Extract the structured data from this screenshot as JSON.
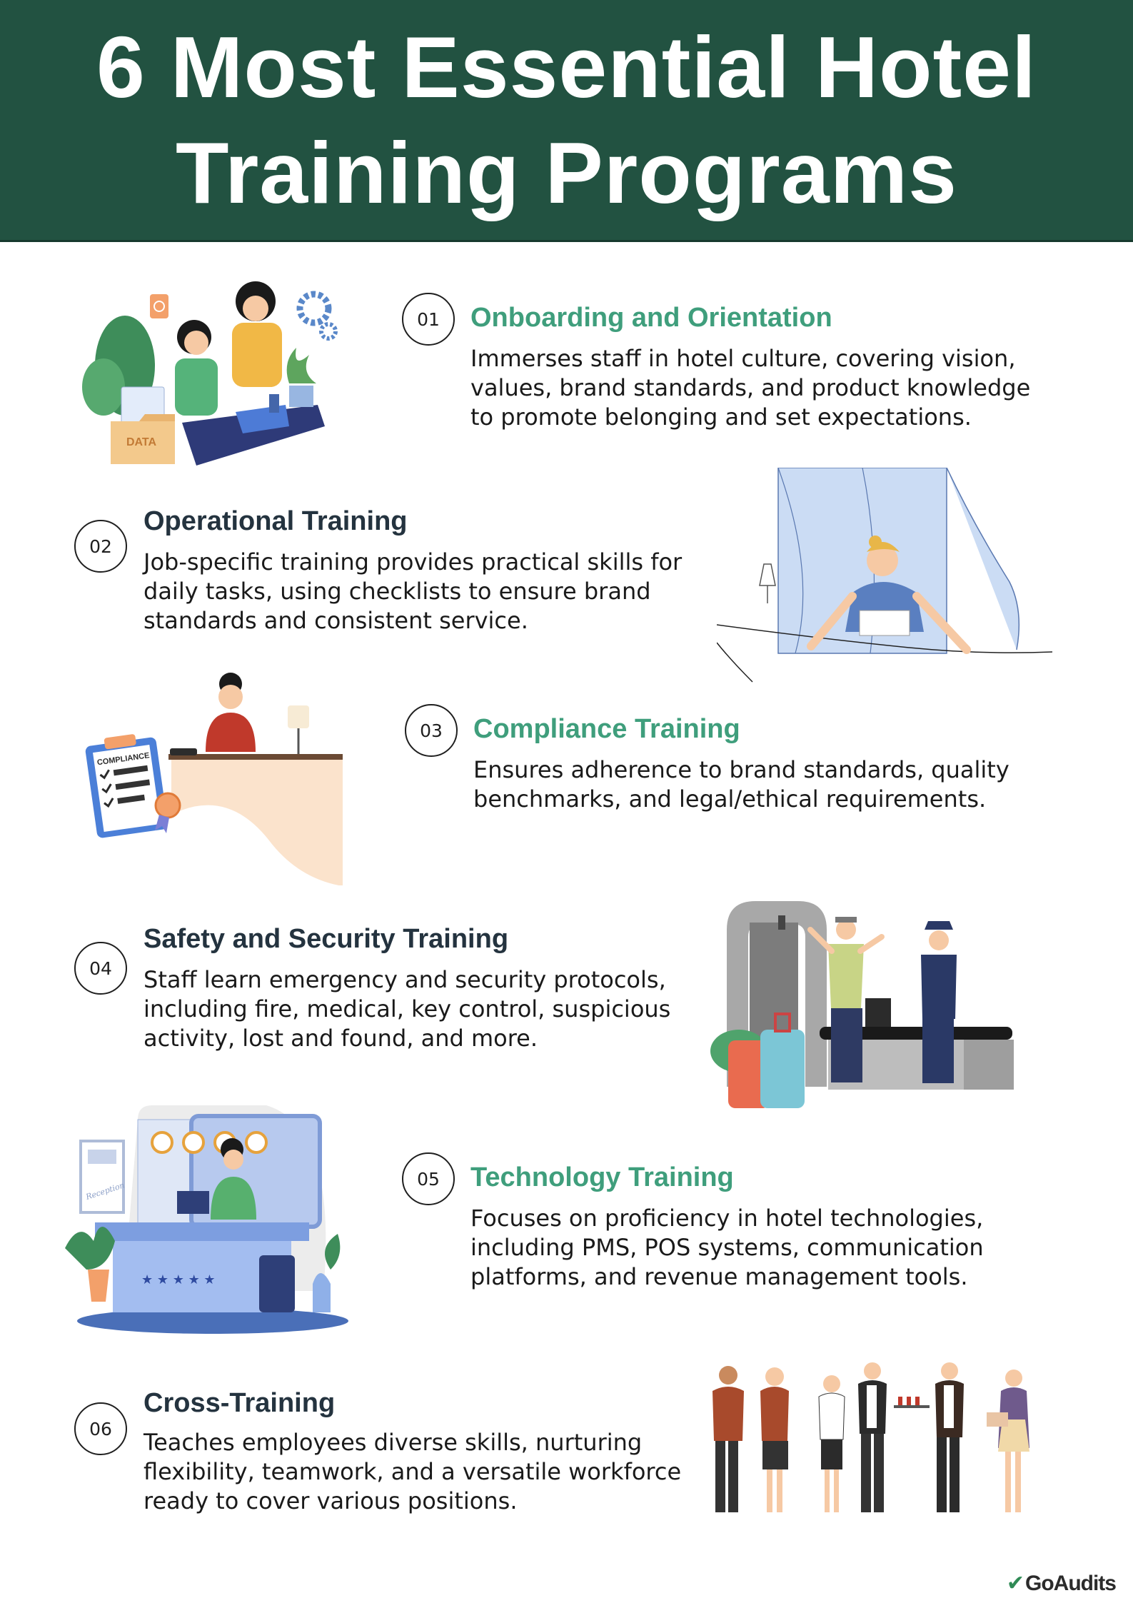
{
  "header": {
    "title_line1": "6 Most Essential Hotel",
    "title_line2": "Training Programs"
  },
  "programs": [
    {
      "number": "01",
      "title": "Onboarding and Orientation",
      "description": "Immerses staff in hotel culture, covering vision, values, brand standards, and product knowledge to promote belonging and set expectations."
    },
    {
      "number": "02",
      "title": "Operational Training",
      "description": "Job-specific training provides practical skills for daily tasks, using checklists to ensure brand standards and consistent service."
    },
    {
      "number": "03",
      "title": "Compliance Training",
      "description": "Ensures adherence to brand standards, quality benchmarks, and legal/ethical requirements."
    },
    {
      "number": "04",
      "title": "Safety and Security Training",
      "description": "Staff learn emergency and security protocols, including fire, medical, key control, suspicious activity, lost and found, and more."
    },
    {
      "number": "05",
      "title": "Technology Training",
      "description": "Focuses on proficiency in hotel technologies, including PMS, POS systems, communication platforms, and revenue management tools."
    },
    {
      "number": "06",
      "title": "Cross-Training",
      "description": "Teaches employees diverse skills, nurturing flexibility, teamwork, and a versatile workforce ready to cover various positions."
    }
  ],
  "illustration_labels": {
    "data_folder": "DATA",
    "compliance_board": "COMPLIANCE",
    "reception_sign": "Reception"
  },
  "logo": {
    "check": "✔",
    "text": "GoAudits"
  },
  "colors": {
    "header_bg": "#225241",
    "title_green": "#3f9e7c",
    "title_dark": "#24333f"
  }
}
